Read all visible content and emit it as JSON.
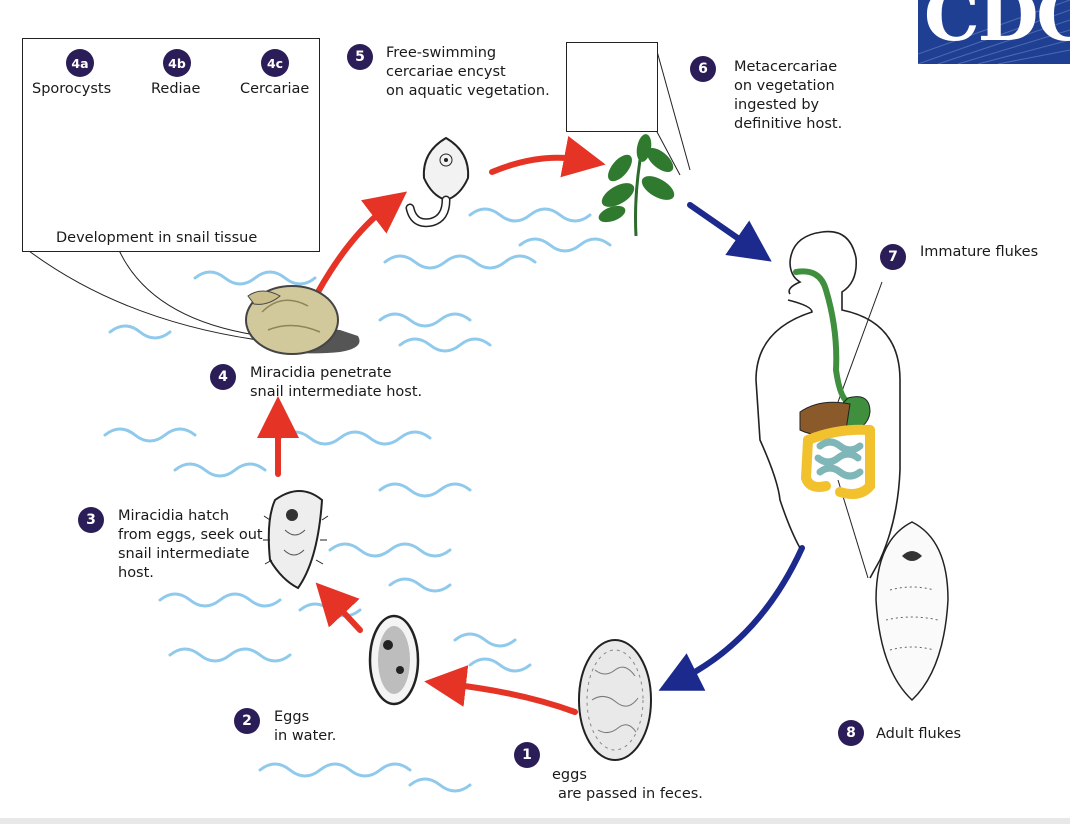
{
  "logo": {
    "text": "CDC",
    "color": "#1f3f92"
  },
  "colors": {
    "step_circle": "#2b1d57",
    "arrow_red": "#e53426",
    "arrow_blue": "#1b2a8c",
    "water": "#8fc9ec",
    "digestive_green": "#3f8f3f",
    "intestine_yellow": "#f2c12e",
    "intestine_teal": "#7fb6b8",
    "liver_brown": "#8a5a2b"
  },
  "inset": {
    "stages": [
      {
        "num": "4a",
        "label": "Sporocysts"
      },
      {
        "num": "4b",
        "label": "Rediae"
      },
      {
        "num": "4c",
        "label": "Cercariae"
      }
    ],
    "caption": "Development in snail tissue"
  },
  "steps": [
    {
      "num": "1",
      "lines": [
        "eggs",
        "are passed in feces."
      ]
    },
    {
      "num": "2",
      "lines": [
        "Eggs",
        "in water."
      ]
    },
    {
      "num": "3",
      "lines": [
        "Miracidia hatch",
        "from eggs, seek out",
        "snail intermediate",
        "host."
      ]
    },
    {
      "num": "4",
      "lines": [
        "Miracidia penetrate",
        "snail intermediate host."
      ]
    },
    {
      "num": "5",
      "lines": [
        "Free-swimming",
        "cercariae encyst",
        "on aquatic vegetation."
      ]
    },
    {
      "num": "6",
      "lines": [
        "Metacercariae",
        "on vegetation",
        "ingested by",
        "definitive host."
      ]
    },
    {
      "num": "7",
      "lines": [
        "Immature flukes"
      ]
    },
    {
      "num": "8",
      "lines": [
        "Adult flukes"
      ]
    }
  ]
}
